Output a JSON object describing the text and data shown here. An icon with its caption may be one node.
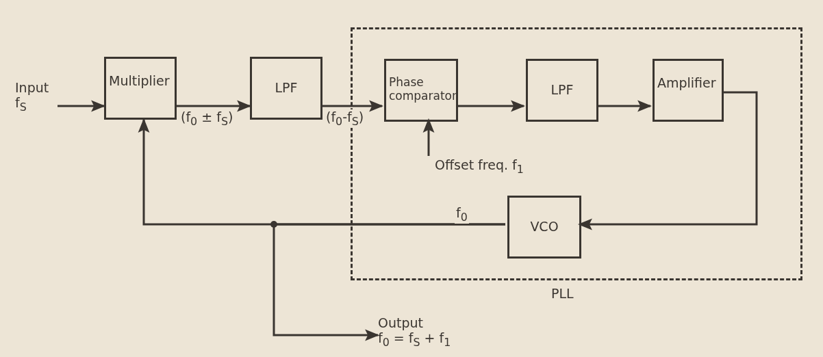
{
  "diagram": {
    "nodes": [
      {
        "text": [
          "Input",
          "f$_{S}$"
        ]
      },
      {
        "text": [
          "Multiplier"
        ]
      },
      {
        "text": [
          "LPF"
        ]
      },
      {
        "text": [
          "PLL"
        ]
      },
      {
        "text": [
          "Phase comparator"
        ],
        "in": 3
      },
      {
        "text": [
          "LPF"
        ],
        "in": 3
      },
      {
        "text": [
          "Amplifier"
        ],
        "in": 3
      },
      {
        "text": [
          "VCO"
        ],
        "in": 3
      },
      {
        "text": [
          "Offset freq. f$_{1}$"
        ],
        "in": 3
      },
      {
        "text": [
          "Output",
          "f$_{0}$ = f$_{S}$ + f$_{1}$"
        ]
      }
    ],
    "edges": [
      {
        "from": 0,
        "to": 1,
        "arrow": "to"
      },
      {
        "from": 1,
        "to": 2,
        "arrow": "to",
        "label": "(f$_{0}$ ± f$_{S}$)"
      },
      {
        "from": 2,
        "to": 4,
        "arrow": "to",
        "label": "(f$_{0}$-f$_{S}$)"
      },
      {
        "from": 8,
        "to": 4,
        "arrow": "to"
      },
      {
        "from": 4,
        "to": 5,
        "arrow": "to"
      },
      {
        "from": 5,
        "to": 6,
        "arrow": "to"
      },
      {
        "from": 6,
        "to": 7,
        "arrow": "to"
      },
      {
        "from": 7,
        "to": 1,
        "arrow": "to",
        "label": "f$_{0}$"
      },
      {
        "from": 7,
        "to": 9,
        "arrow": "to"
      }
    ]
  }
}
